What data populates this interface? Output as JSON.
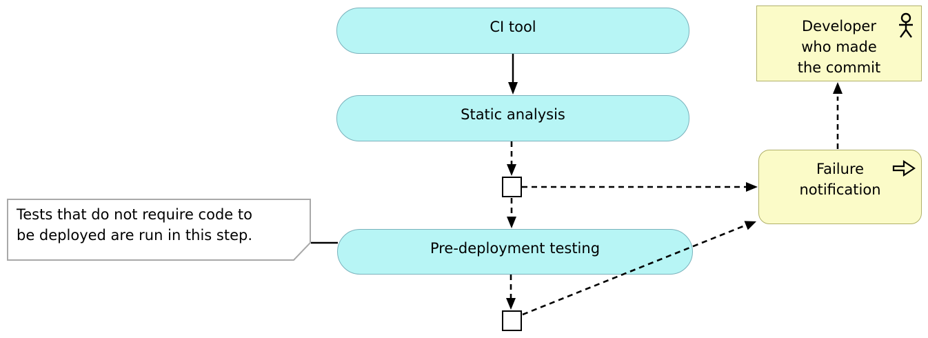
{
  "nodes": {
    "ci_tool": {
      "label": "CI tool"
    },
    "static_analysis": {
      "label": "Static analysis"
    },
    "pre_deployment_testing": {
      "label": "Pre-deployment testing"
    },
    "failure_notification": {
      "line1": "Failure",
      "line2": "notification",
      "icon": "event-arrow-icon"
    },
    "developer": {
      "line1": "Developer",
      "line2": "who made",
      "line3": "the commit",
      "icon": "actor-icon"
    }
  },
  "note": {
    "line1": "Tests that do not require code to",
    "line2": "be deployed are run in this step."
  },
  "colors": {
    "process_fill": "#b7f5f5",
    "process_border": "#79b1bb",
    "event_fill": "#fbfbc8",
    "event_border": "#b0b068",
    "note_border": "#a8a8a8",
    "connector": "#000000"
  }
}
